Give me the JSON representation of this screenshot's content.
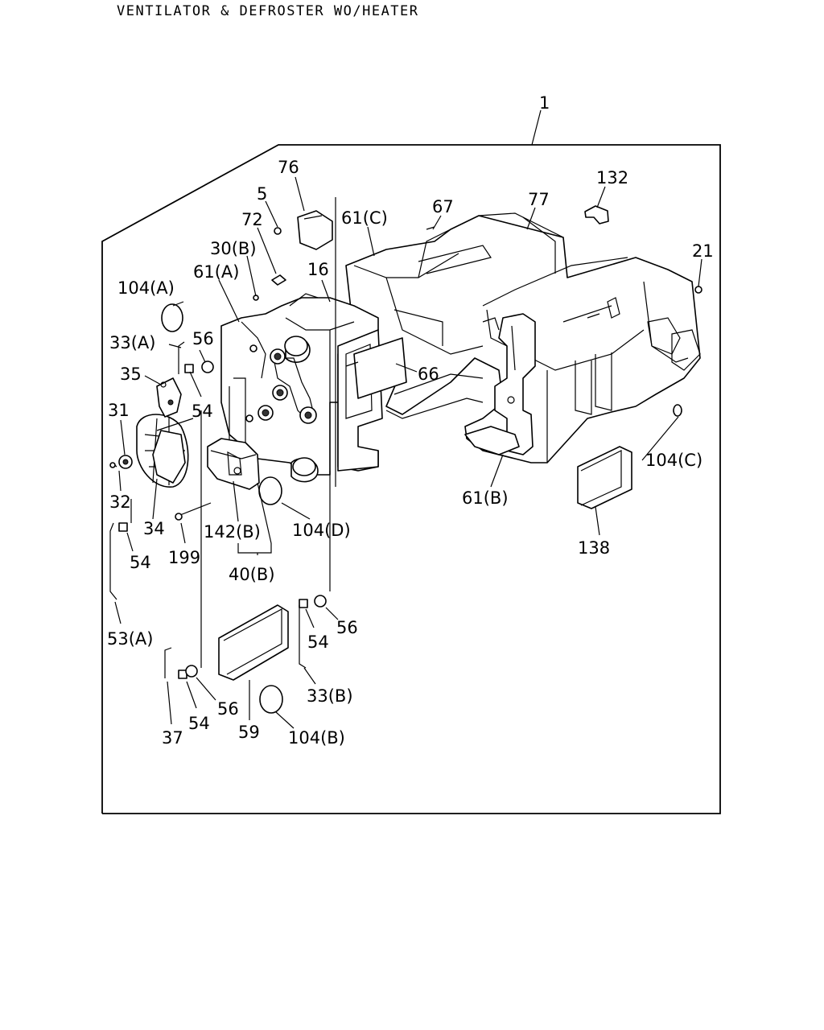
{
  "title": "VENTILATOR & DEFROSTER WO/HEATER",
  "callouts": {
    "c1": "1",
    "c5": "5",
    "c16": "16",
    "c21": "21",
    "c30b": "30(B)",
    "c31": "31",
    "c32": "32",
    "c33a": "33(A)",
    "c33b": "33(B)",
    "c34": "34",
    "c35": "35",
    "c37": "37",
    "c40b": "40(B)",
    "c53a": "53(A)",
    "c54a": "54",
    "c54b": "54",
    "c54c": "54",
    "c54d": "54",
    "c56a": "56",
    "c56b": "56",
    "c56c": "56",
    "c59": "59",
    "c61a": "61(A)",
    "c61b": "61(B)",
    "c61c": "61(C)",
    "c66": "66",
    "c67": "67",
    "c72": "72",
    "c76": "76",
    "c77": "77",
    "c104a": "104(A)",
    "c104b": "104(B)",
    "c104c": "104(C)",
    "c104d": "104(D)",
    "c132": "132",
    "c138": "138",
    "c142b": "142(B)",
    "c199": "199"
  }
}
